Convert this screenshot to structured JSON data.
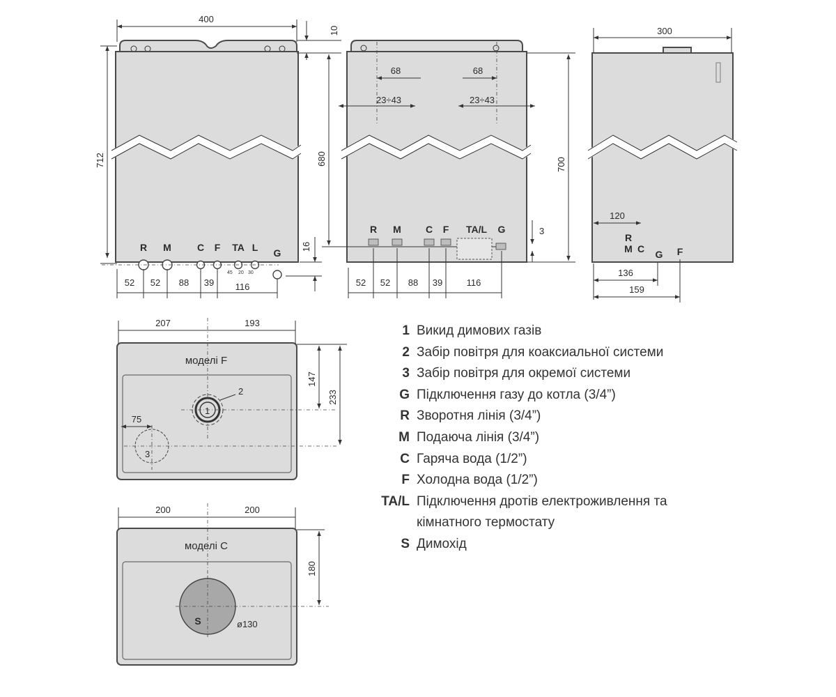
{
  "views": {
    "front": {
      "width": "400",
      "height": "712",
      "top": "10",
      "bottom": "16",
      "connectors": [
        "R",
        "M",
        "C",
        "F",
        "TA",
        "L",
        "G"
      ],
      "spacing": [
        "52",
        "52",
        "88",
        "39",
        "116"
      ],
      "small_dims": [
        "45",
        "20",
        "30"
      ]
    },
    "rear": {
      "height": "680",
      "overall": "700",
      "clearance": "3",
      "offsets": [
        "68",
        "68"
      ],
      "ranges": [
        "23÷43",
        "23÷43"
      ],
      "connectors": [
        "R",
        "M",
        "C",
        "F",
        "TA/L",
        "G"
      ],
      "spacing": [
        "52",
        "52",
        "88",
        "39",
        "116"
      ]
    },
    "side": {
      "width": "300",
      "offset": "120",
      "depth_1": "136",
      "depth_2": "159",
      "connectors": [
        "R",
        "M",
        "C",
        "G",
        "F"
      ]
    },
    "top_f": {
      "title": "моделі F",
      "left": "207",
      "right": "193",
      "depth_1": "147",
      "depth_2": "233",
      "offset": "75",
      "markers": [
        "1",
        "2",
        "3"
      ]
    },
    "top_c": {
      "title": "моделі C",
      "left": "200",
      "right": "200",
      "depth": "180",
      "marker": "S",
      "diameter": "ø130"
    }
  },
  "legend": [
    {
      "code": "1",
      "text": "Викид димових газів"
    },
    {
      "code": "2",
      "text": "Забір повітря для коаксиальної системи"
    },
    {
      "code": "3",
      "text": "Забір повітря для окремої системи"
    },
    {
      "code": "G",
      "text": "Підключення газу до котла (3/4”)"
    },
    {
      "code": "R",
      "text": "Зворотня лінія (3/4”)"
    },
    {
      "code": "M",
      "text": "Подаюча лінія (3/4”)"
    },
    {
      "code": "C",
      "text": "Гаряча вода (1/2”)"
    },
    {
      "code": "F",
      "text": "Холодна вода (1/2”)"
    },
    {
      "code": "TA/L",
      "text": "Підключення дротів електроживлення та кімнатного термостату"
    },
    {
      "code": "S",
      "text": "Димохід"
    }
  ]
}
